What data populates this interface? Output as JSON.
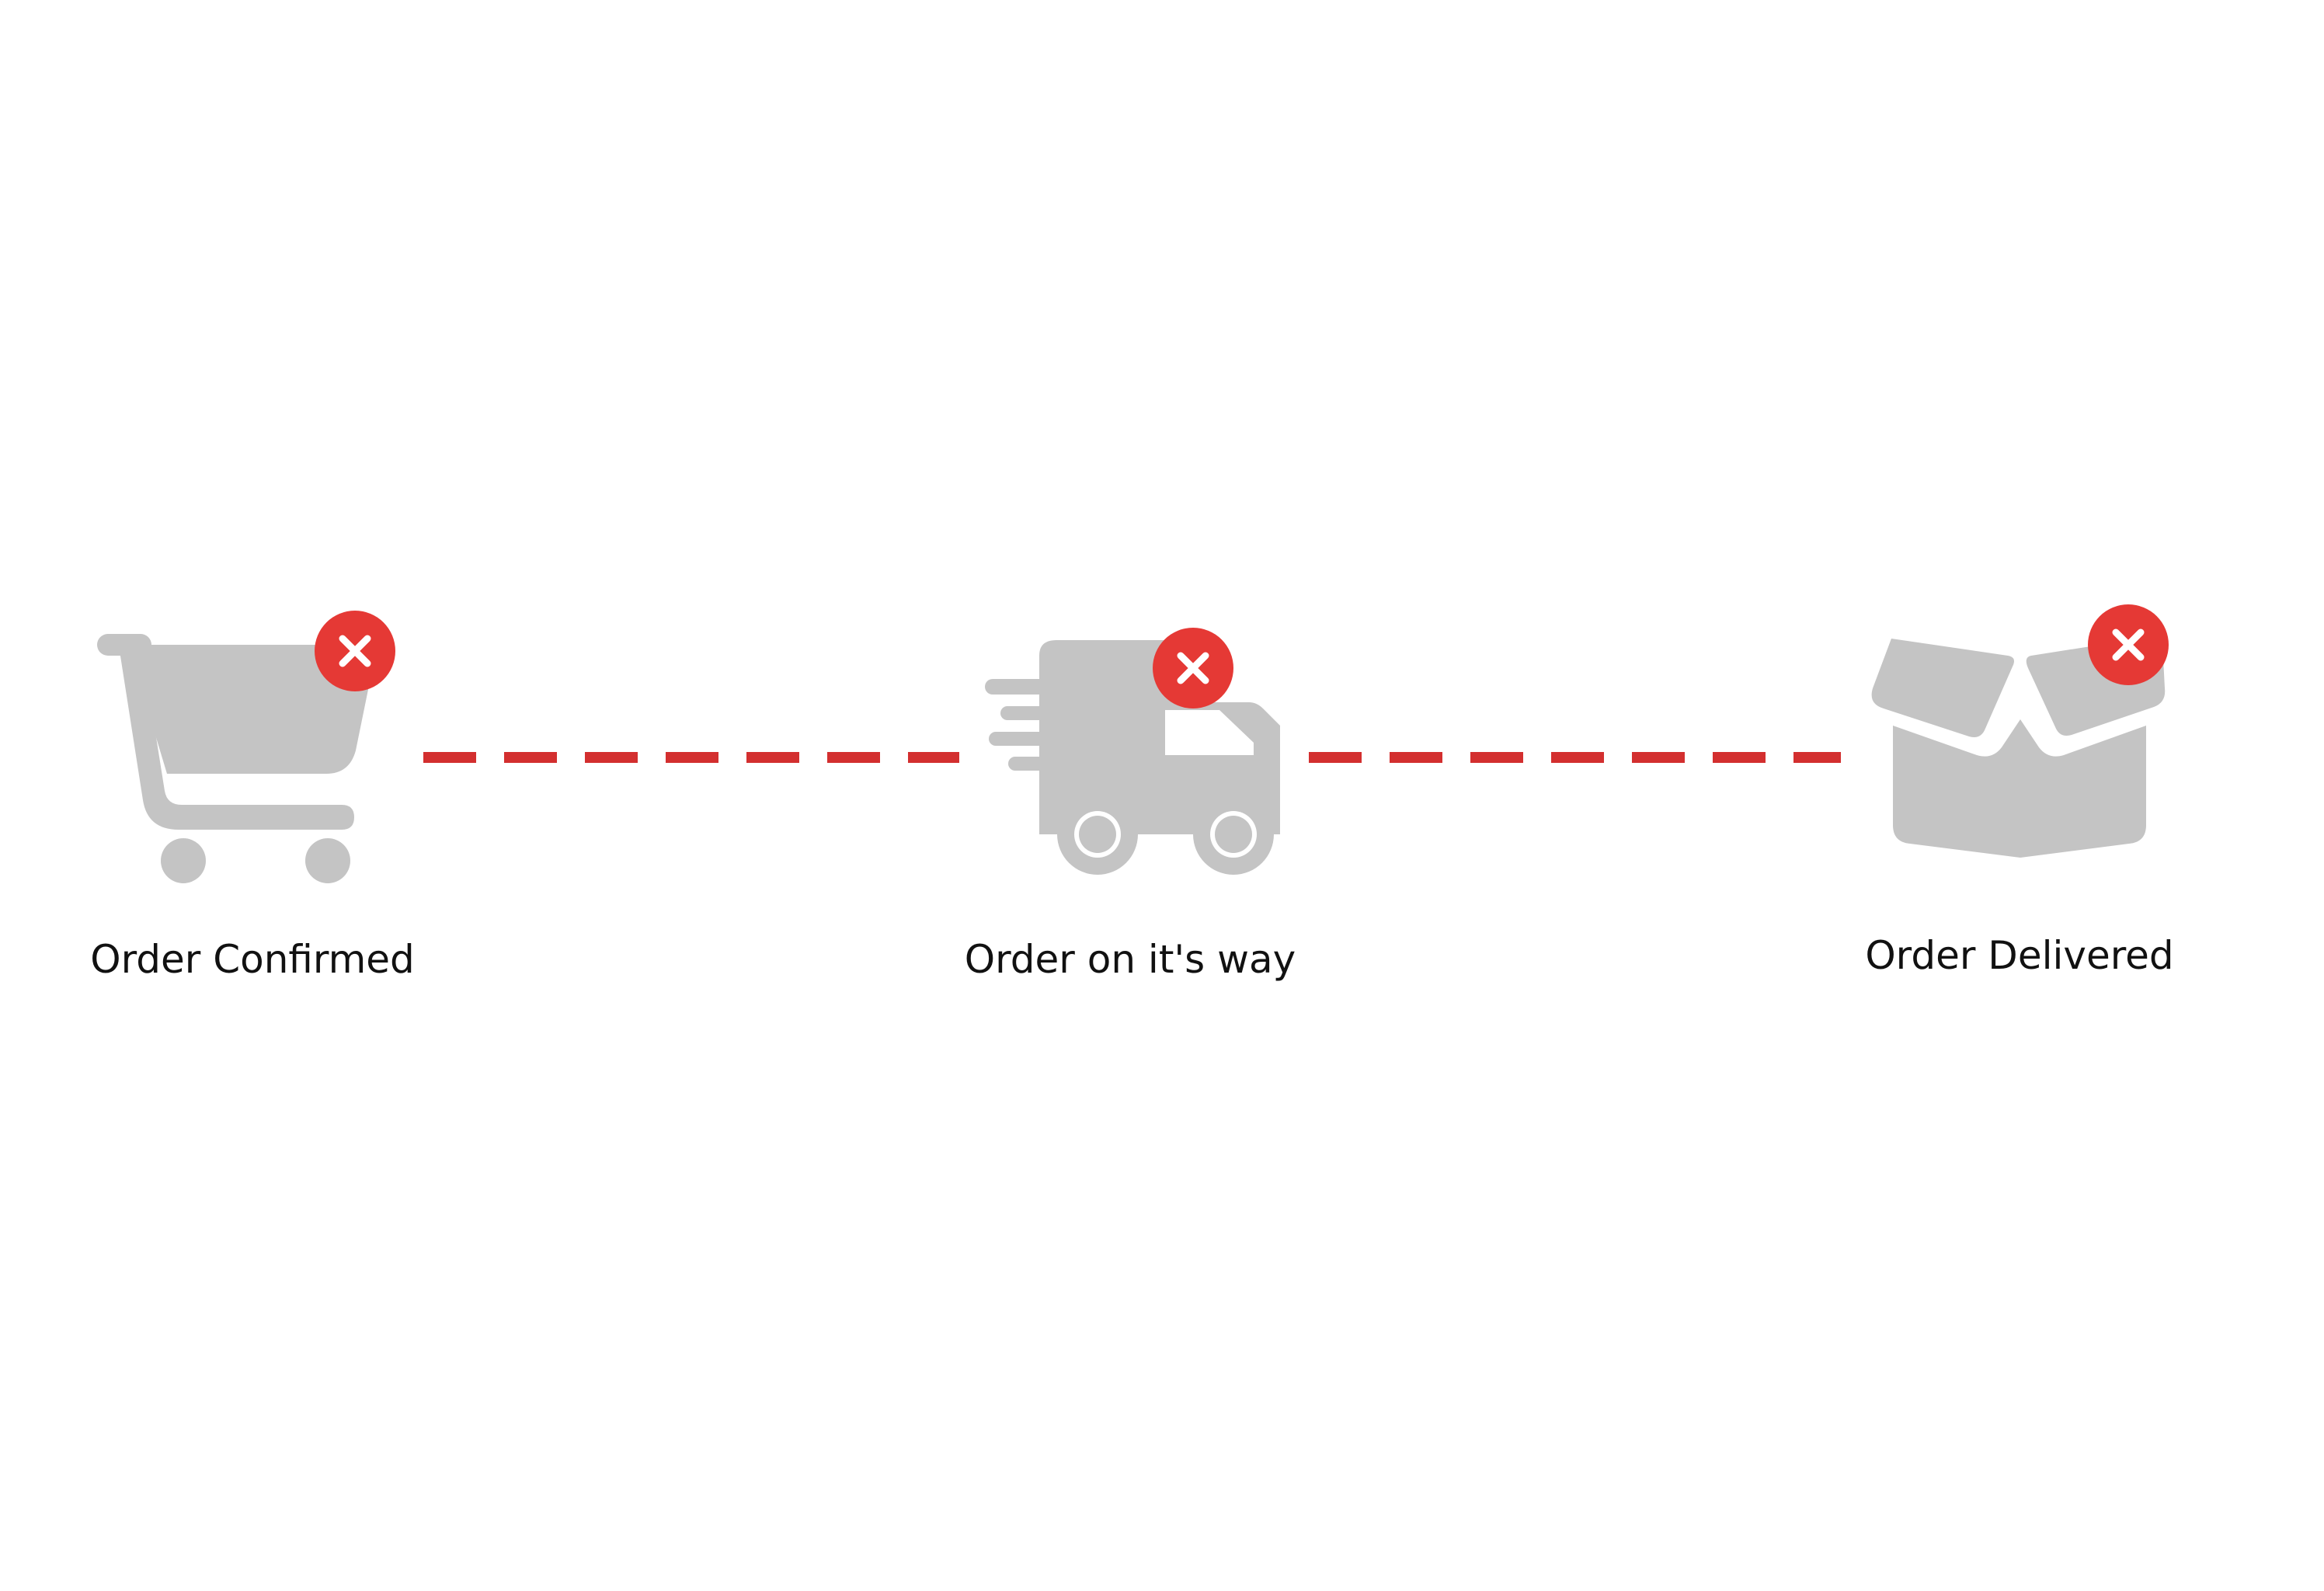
{
  "colors": {
    "icon_gray": "#c4c4c4",
    "accent_red": "#e53935",
    "connector_red": "#d32f2f",
    "badge_glyph": "#ffffff",
    "label_text": "#111111"
  },
  "steps": [
    {
      "label": "Order Confirmed",
      "icon": "shopping-cart-icon",
      "status_icon": "close-icon"
    },
    {
      "label": "Order on it's way",
      "icon": "delivery-truck-icon",
      "status_icon": "close-icon"
    },
    {
      "label": "Order Delivered",
      "icon": "open-box-icon",
      "status_icon": "close-icon"
    }
  ]
}
